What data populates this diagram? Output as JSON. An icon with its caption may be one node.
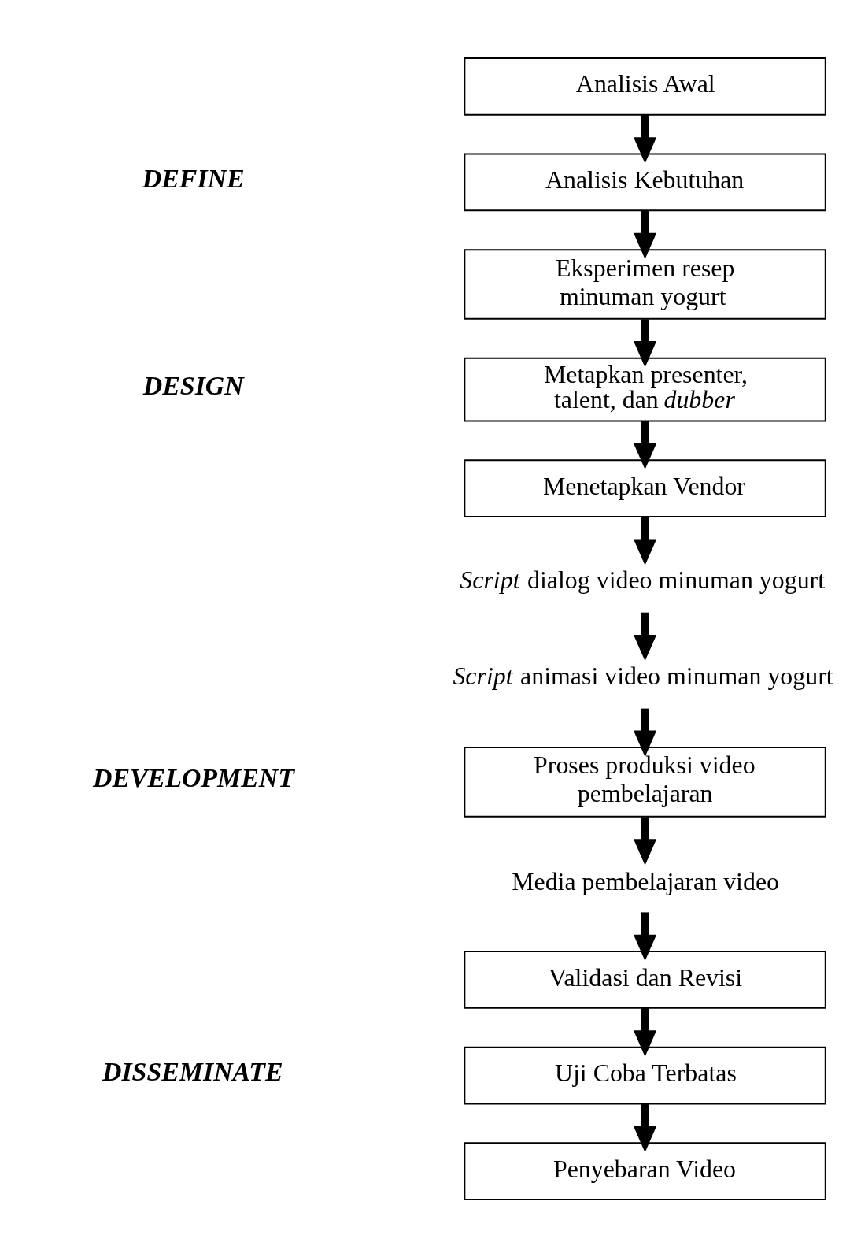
{
  "diagram": {
    "nodes": [
      {
        "text": [
          "Analisis Awal"
        ]
      },
      {
        "text": [
          "Analisis Kebutuhan"
        ]
      },
      {
        "text": [
          "Eksperimen resep minuman yogurt"
        ]
      },
      {
        "text": [
          "Metapkan presenter, talent, dan *dubber*"
        ]
      },
      {
        "text": [
          "Menetapkan Vendor"
        ]
      },
      {
        "text": [
          "*Script* dialog video minuman yogurt"
        ]
      },
      {
        "text": [
          "*Script* animasi video minuman yogurt"
        ]
      },
      {
        "text": [
          "Proses produksi video pembelajaran"
        ]
      },
      {
        "text": [
          "Media pembelajaran video"
        ]
      },
      {
        "text": [
          "Validasi dan Revisi"
        ]
      },
      {
        "text": [
          "Uji Coba Terbatas"
        ]
      },
      {
        "text": [
          "Penyebaran Video"
        ]
      }
    ],
    "edges": [
      {
        "from": 0,
        "to": 1,
        "arrow": "to"
      },
      {
        "from": 1,
        "to": 2,
        "arrow": "to"
      },
      {
        "from": 2,
        "to": 3,
        "arrow": "to"
      },
      {
        "from": 3,
        "to": 4,
        "arrow": "to"
      },
      {
        "from": 4,
        "to": 5,
        "arrow": "to"
      },
      {
        "from": 5,
        "to": 6,
        "arrow": "to"
      },
      {
        "from": 6,
        "to": 7,
        "arrow": "to"
      },
      {
        "from": 7,
        "to": 8,
        "arrow": "to"
      },
      {
        "from": 8,
        "to": 9,
        "arrow": "to"
      },
      {
        "from": 9,
        "to": 10,
        "arrow": "to"
      },
      {
        "from": 10,
        "to": 11,
        "arrow": "to"
      }
    ],
    "labels": [
      "DEFINE",
      "DESIGN",
      "DEVELOPMENT",
      "DISSEMINATE"
    ]
  }
}
